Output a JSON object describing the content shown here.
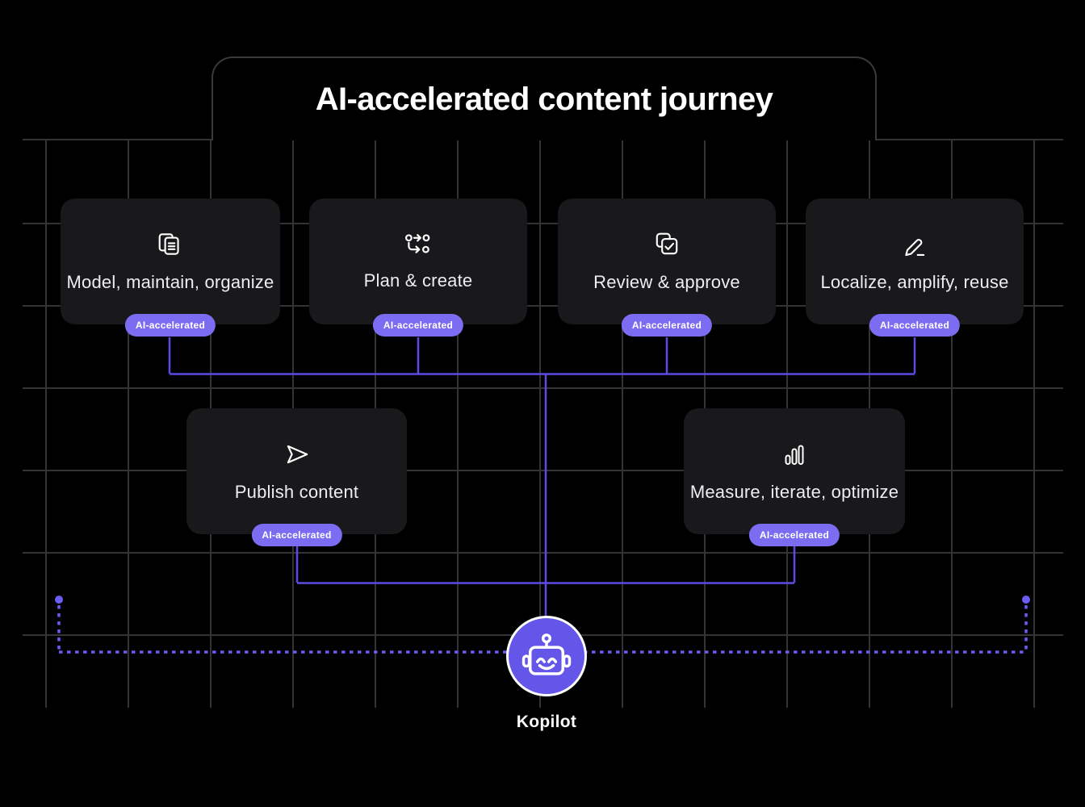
{
  "title": "AI-accelerated content journey",
  "cards": [
    {
      "id": "model-maintain-organize",
      "label": "Model, maintain, organize",
      "icon": "documents-icon",
      "badge": "AI-accelerated"
    },
    {
      "id": "plan-create",
      "label": "Plan & create",
      "icon": "workflow-icon",
      "badge": "AI-accelerated"
    },
    {
      "id": "review-approve",
      "label": "Review & approve",
      "icon": "approve-check-icon",
      "badge": "AI-accelerated"
    },
    {
      "id": "localize-amplify-reuse",
      "label": "Localize, amplify, reuse",
      "icon": "pencil-icon",
      "badge": "AI-accelerated"
    },
    {
      "id": "publish-content",
      "label": "Publish content",
      "icon": "send-icon",
      "badge": "AI-accelerated"
    },
    {
      "id": "measure-iterate-optimize",
      "label": "Measure, iterate, optimize",
      "icon": "bar-chart-icon",
      "badge": "AI-accelerated"
    }
  ],
  "kopilot": {
    "label": "Kopilot",
    "icon": "robot-icon"
  },
  "theme": {
    "background": "#000000",
    "grid_line": "#343434",
    "card_bg": "#19181b",
    "card_text": "#eeedf2",
    "badge_bg": "#7b6cf2",
    "badge_text": "#ffffff",
    "connector": "#5b4be2",
    "dashed": "#6a5cf5",
    "robot_bg": "#6456e9",
    "robot_ring": "#ffffff",
    "title_text": "#ffffff",
    "title_border": "#3a3a3a"
  }
}
